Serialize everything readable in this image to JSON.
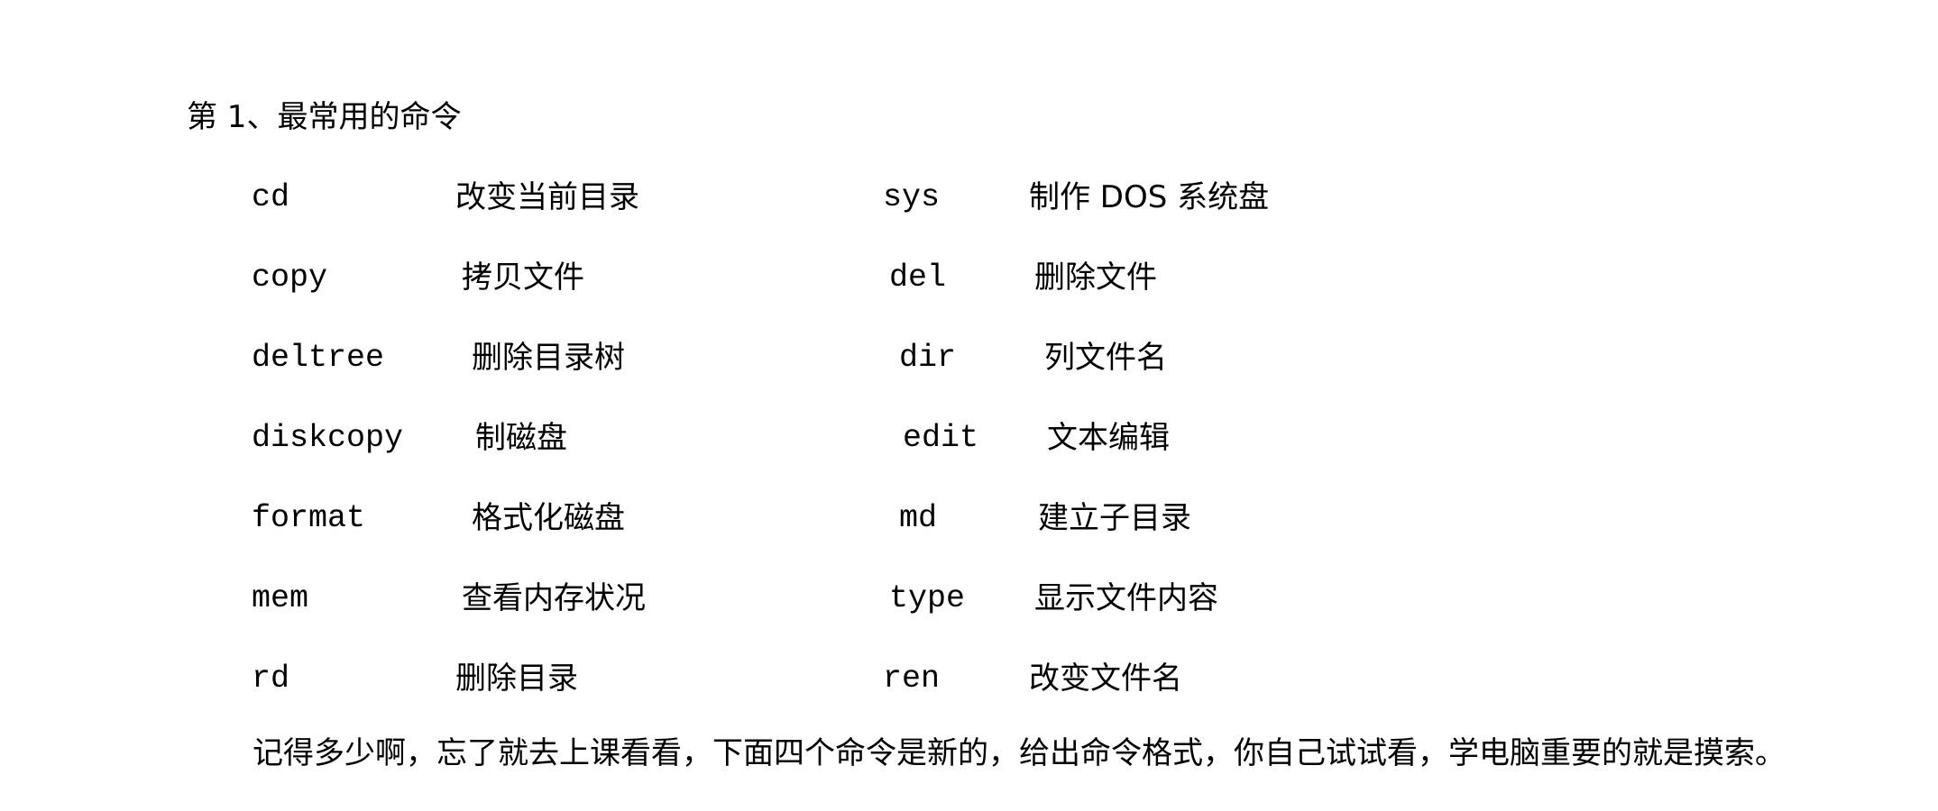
{
  "heading": "第 1、最常用的命令",
  "commands": [
    {
      "left_cmd": "cd",
      "left_desc": "改变当前目录",
      "right_cmd": "sys",
      "right_desc": "制作 DOS 系统盘"
    },
    {
      "left_cmd": "copy",
      "left_desc": "拷贝文件",
      "right_cmd": "del",
      "right_desc": "删除文件"
    },
    {
      "left_cmd": "deltree",
      "left_desc": "删除目录树",
      "right_cmd": "dir",
      "right_desc": "列文件名"
    },
    {
      "left_cmd": "diskcopy",
      "left_desc": "制磁盘",
      "right_cmd": "edit",
      "right_desc": "文本编辑"
    },
    {
      "left_cmd": "format",
      "left_desc": "格式化磁盘",
      "right_cmd": "md",
      "right_desc": "建立子目录"
    },
    {
      "left_cmd": "mem",
      "left_desc": "查看内存状况",
      "right_cmd": "type",
      "right_desc": "显示文件内容"
    },
    {
      "left_cmd": "rd",
      "left_desc": "删除目录",
      "right_cmd": "ren",
      "right_desc": "改变文件名"
    }
  ],
  "paragraph": "记得多少啊，忘了就去上课看看，下面四个命令是新的，给出命令格式，你自己试试看，学电脑重要的就是摸索。"
}
